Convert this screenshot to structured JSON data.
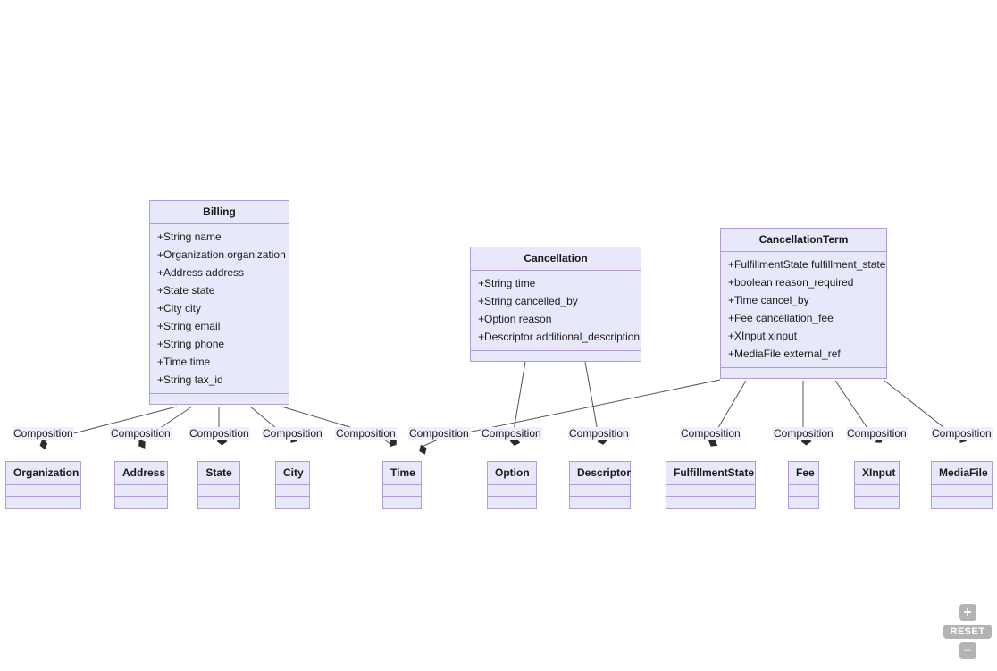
{
  "diagram": {
    "type": "uml-class-diagram",
    "background_color": "#ffffff",
    "class_fill_color": "#e8e8fb",
    "class_border_color": "#b19cd9",
    "edge_color": "#555555",
    "relationship_label": "Composition"
  },
  "classes": [
    {
      "id": "billing",
      "name": "Billing",
      "attributes": [
        "+String name",
        "+Organization organization",
        "+Address address",
        "+State state",
        "+City city",
        "+String email",
        "+String phone",
        "+Time time",
        "+String tax_id"
      ],
      "methods": []
    },
    {
      "id": "cancellation",
      "name": "Cancellation",
      "attributes": [
        "+String time",
        "+String cancelled_by",
        "+Option reason",
        "+Descriptor additional_description"
      ],
      "methods": []
    },
    {
      "id": "cancellationterm",
      "name": "CancellationTerm",
      "attributes": [
        "+FulfillmentState fulfillment_state",
        "+boolean reason_required",
        "+Time cancel_by",
        "+Fee cancellation_fee",
        "+XInput xinput",
        "+MediaFile external_ref"
      ],
      "methods": []
    }
  ],
  "leaf_classes": [
    {
      "id": "organization",
      "name": "Organization"
    },
    {
      "id": "address",
      "name": "Address"
    },
    {
      "id": "state",
      "name": "State"
    },
    {
      "id": "city",
      "name": "City"
    },
    {
      "id": "time",
      "name": "Time"
    },
    {
      "id": "option",
      "name": "Option"
    },
    {
      "id": "descriptor",
      "name": "Descriptor"
    },
    {
      "id": "fulfillmentstate",
      "name": "FulfillmentState"
    },
    {
      "id": "fee",
      "name": "Fee"
    },
    {
      "id": "xinput",
      "name": "XInput"
    },
    {
      "id": "mediafile",
      "name": "MediaFile"
    }
  ],
  "relationships": [
    {
      "from": "Billing",
      "to": "Organization",
      "label": "Composition"
    },
    {
      "from": "Billing",
      "to": "Address",
      "label": "Composition"
    },
    {
      "from": "Billing",
      "to": "State",
      "label": "Composition"
    },
    {
      "from": "Billing",
      "to": "City",
      "label": "Composition"
    },
    {
      "from": "Billing",
      "to": "Time",
      "label": "Composition"
    },
    {
      "from": "Cancellation",
      "to": "Time",
      "label": "Composition"
    },
    {
      "from": "Cancellation",
      "to": "Option",
      "label": "Composition"
    },
    {
      "from": "Cancellation",
      "to": "Descriptor",
      "label": "Composition"
    },
    {
      "from": "CancellationTerm",
      "to": "FulfillmentState",
      "label": "Composition"
    },
    {
      "from": "CancellationTerm",
      "to": "Fee",
      "label": "Composition"
    },
    {
      "from": "CancellationTerm",
      "to": "XInput",
      "label": "Composition"
    },
    {
      "from": "CancellationTerm",
      "to": "MediaFile",
      "label": "Composition"
    }
  ],
  "edge_labels": [
    "Composition",
    "Composition",
    "Composition",
    "Composition",
    "Composition",
    "Composition",
    "Composition",
    "Composition",
    "Composition",
    "Composition",
    "Composition",
    "Composition"
  ],
  "zoom_controls": {
    "zoom_in_label": "+",
    "reset_label": "RESET",
    "zoom_out_label": "−",
    "color": "#b3b3b3"
  }
}
